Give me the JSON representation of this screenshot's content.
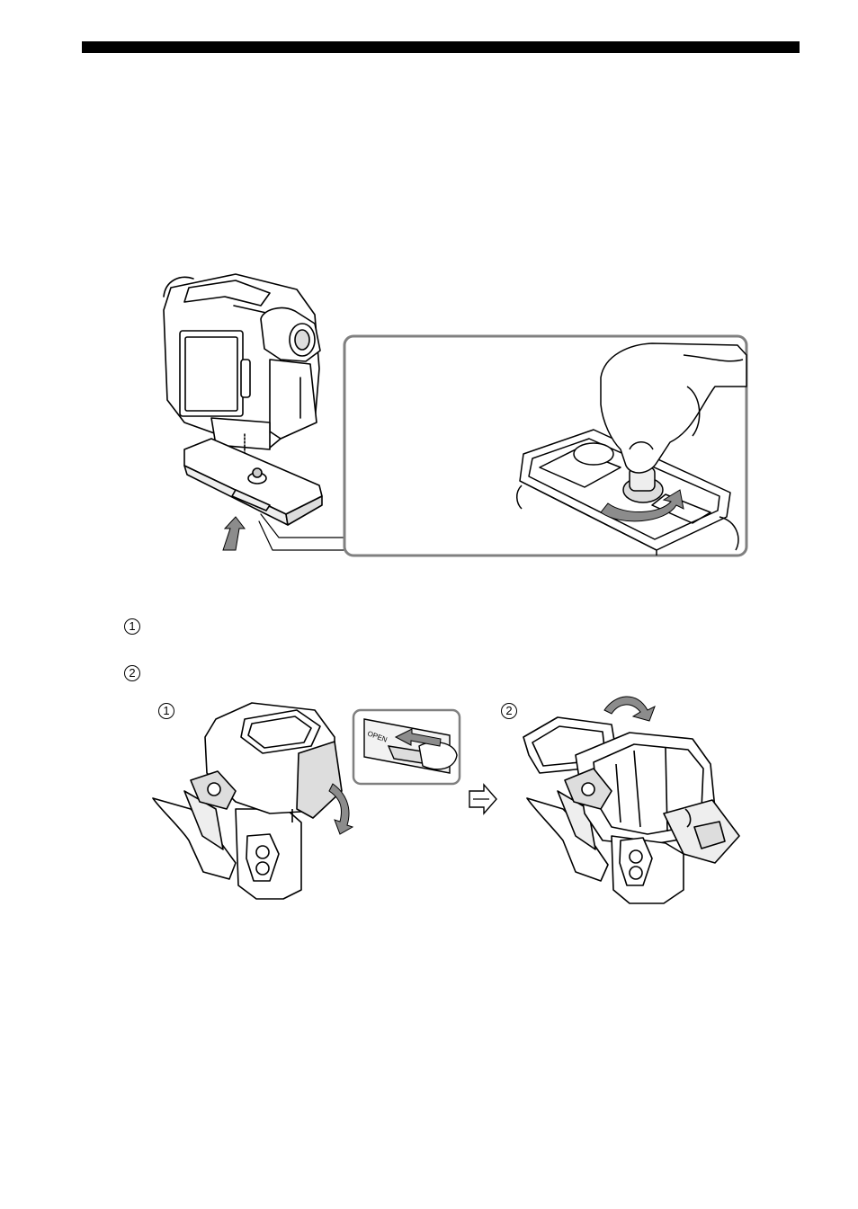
{
  "page": {
    "step_markers": [
      "1",
      "2"
    ],
    "figure_labels": [
      "1",
      "2"
    ],
    "slider_label": "OPEN"
  },
  "icons": {
    "up_arrow": "arrow-up-icon",
    "rotate_arrow": "rotate-arrow-icon",
    "slide_arrow": "slide-left-icon",
    "swing_arrow": "swing-down-icon",
    "next_arrow": "next-step-arrow-icon",
    "lid_arrow": "lid-open-arrow-icon"
  },
  "colors": {
    "ink": "#000000",
    "arrow_gray": "#8c8c8c",
    "panel_border": "#808080"
  }
}
